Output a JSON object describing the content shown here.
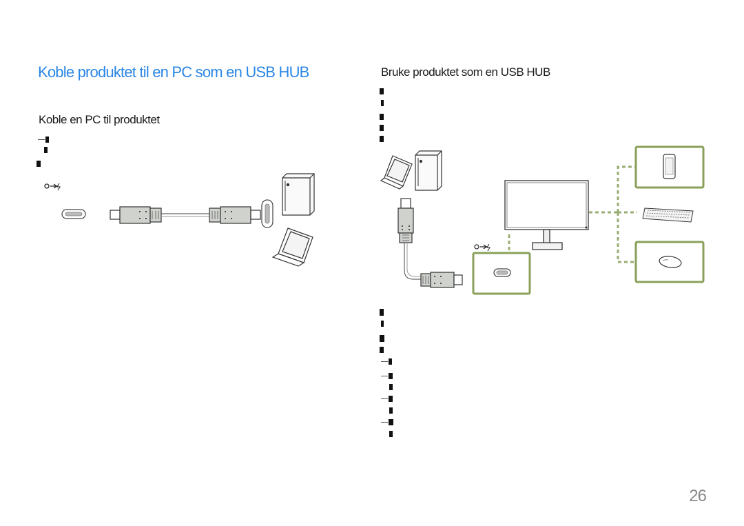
{
  "page": {
    "title": "Koble produktet til en PC som en USB HUB",
    "number": "26"
  },
  "left_section": {
    "heading": "Koble en PC til produktet"
  },
  "right_section": {
    "heading": "Bruke produktet som en USB HUB"
  },
  "icons": {
    "usb_c_port_symbol": "usb-c-power-symbol-icon",
    "pc_tower": "pc-tower-icon",
    "laptop": "laptop-icon",
    "monitor": "monitor-icon",
    "phone": "smartphone-icon",
    "keyboard": "keyboard-icon",
    "mouse": "mouse-icon",
    "usb_c_connector": "usb-c-connector-icon",
    "usb_c_port": "usb-c-port-icon"
  },
  "colors": {
    "title": "#2b86e6",
    "device_frame": "#8aa05a",
    "dashed_link": "#9aad74"
  }
}
